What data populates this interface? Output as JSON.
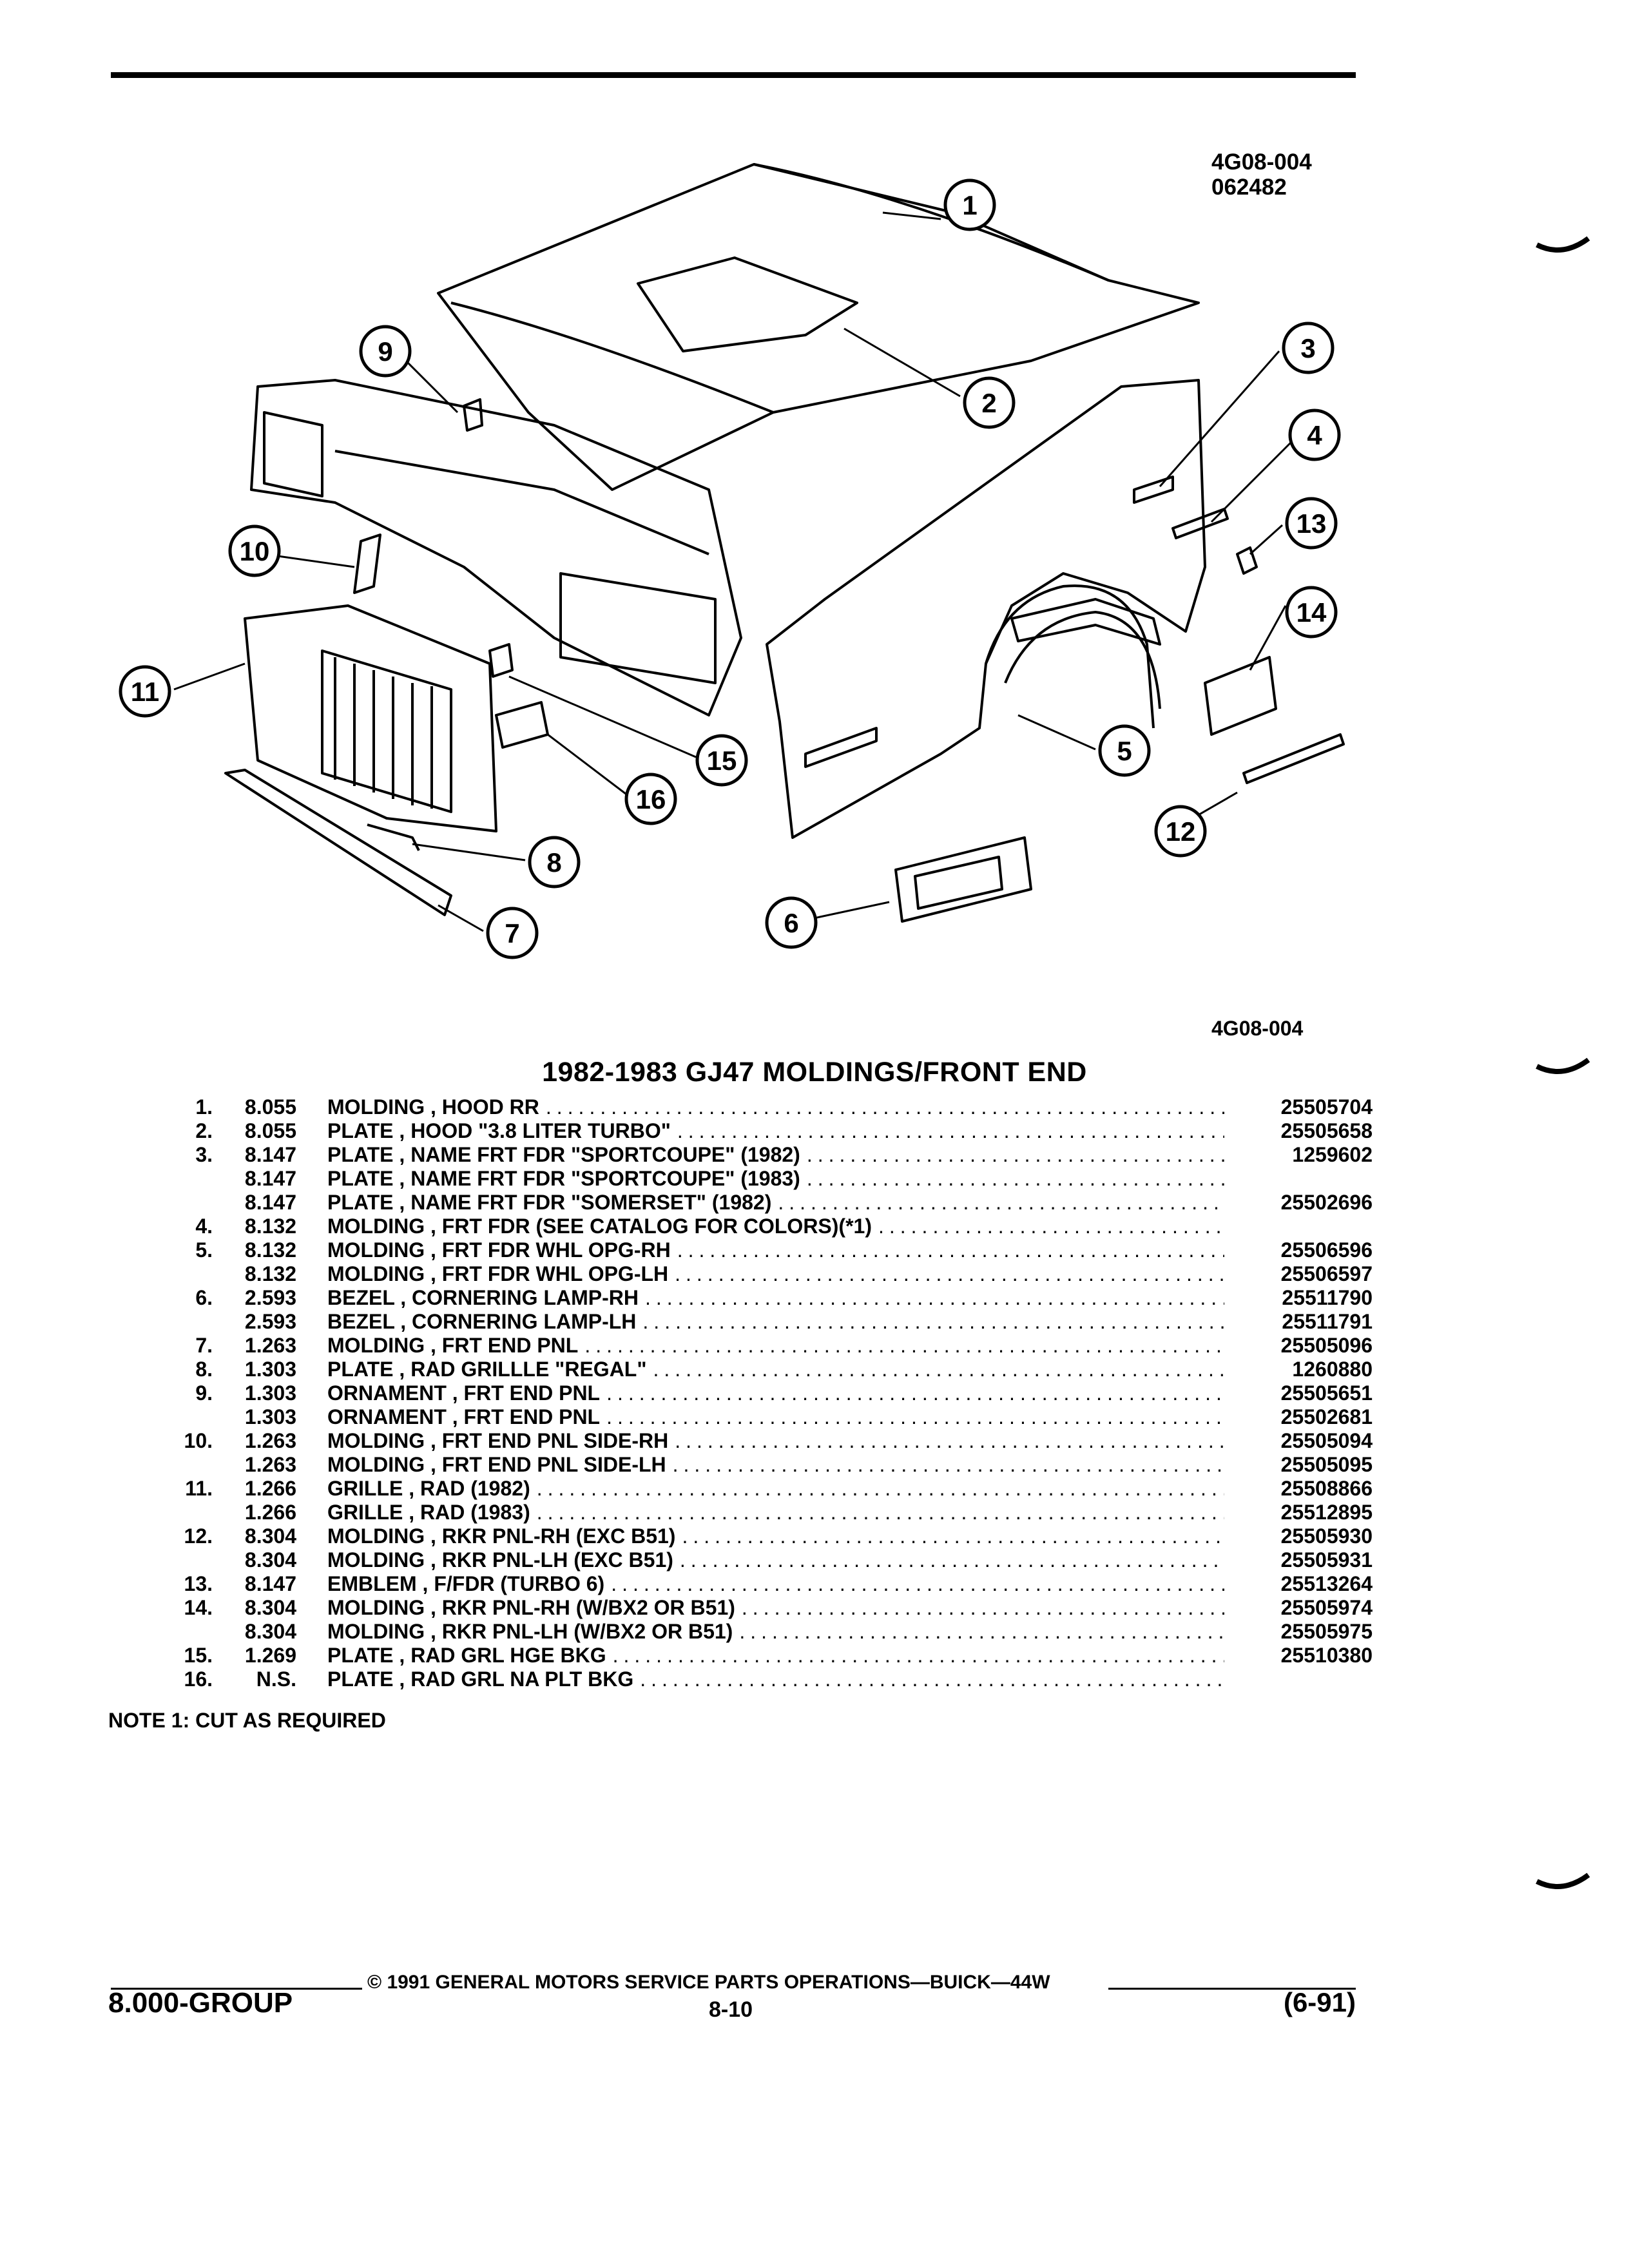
{
  "illustration": {
    "code": "4G08-004",
    "date_code": "062482",
    "reference": "4G08-004",
    "callouts": [
      "1",
      "2",
      "3",
      "4",
      "5",
      "6",
      "7",
      "8",
      "9",
      "10",
      "11",
      "12",
      "13",
      "14",
      "15",
      "16"
    ]
  },
  "section_title": "1982-1983 GJ47 MOLDINGS/FRONT END",
  "parts": [
    {
      "num": "1.",
      "group": "8.055",
      "desc": "MOLDING , HOOD RR",
      "part": "25505704"
    },
    {
      "num": "2.",
      "group": "8.055",
      "desc": "PLATE , HOOD \"3.8 LITER TURBO\"",
      "part": "25505658"
    },
    {
      "num": "3.",
      "group": "8.147",
      "desc": "PLATE , NAME FRT FDR \"SPORTCOUPE\" (1982)",
      "part": "1259602"
    },
    {
      "num": "",
      "group": "8.147",
      "desc": "PLATE , NAME FRT FDR \"SPORTCOUPE\" (1983)",
      "part": ""
    },
    {
      "num": "",
      "group": "8.147",
      "desc": "PLATE , NAME FRT FDR \"SOMERSET\" (1982)",
      "part": "25502696"
    },
    {
      "num": "4.",
      "group": "8.132",
      "desc": "MOLDING , FRT FDR (SEE CATALOG FOR COLORS)(*1)",
      "part": ""
    },
    {
      "num": "5.",
      "group": "8.132",
      "desc": "MOLDING , FRT FDR WHL OPG-RH",
      "part": "25506596"
    },
    {
      "num": "",
      "group": "8.132",
      "desc": "MOLDING , FRT FDR WHL OPG-LH",
      "part": "25506597"
    },
    {
      "num": "6.",
      "group": "2.593",
      "desc": "BEZEL , CORNERING LAMP-RH",
      "part": "25511790"
    },
    {
      "num": "",
      "group": "2.593",
      "desc": "BEZEL , CORNERING LAMP-LH",
      "part": "25511791"
    },
    {
      "num": "7.",
      "group": "1.263",
      "desc": "MOLDING , FRT END PNL",
      "part": "25505096"
    },
    {
      "num": "8.",
      "group": "1.303",
      "desc": "PLATE , RAD GRILLLE \"REGAL\"",
      "part": "1260880"
    },
    {
      "num": "9.",
      "group": "1.303",
      "desc": "ORNAMENT , FRT END PNL",
      "part": "25505651"
    },
    {
      "num": "",
      "group": "1.303",
      "desc": "ORNAMENT , FRT END PNL",
      "part": "25502681"
    },
    {
      "num": "10.",
      "group": "1.263",
      "desc": "MOLDING , FRT END PNL SIDE-RH",
      "part": "25505094"
    },
    {
      "num": "",
      "group": "1.263",
      "desc": "MOLDING , FRT END PNL SIDE-LH",
      "part": "25505095"
    },
    {
      "num": "11.",
      "group": "1.266",
      "desc": "GRILLE , RAD (1982)",
      "part": "25508866"
    },
    {
      "num": "",
      "group": "1.266",
      "desc": "GRILLE , RAD (1983)",
      "part": "25512895"
    },
    {
      "num": "12.",
      "group": "8.304",
      "desc": "MOLDING , RKR PNL-RH (EXC B51)",
      "part": "25505930"
    },
    {
      "num": "",
      "group": "8.304",
      "desc": "MOLDING , RKR PNL-LH (EXC B51)",
      "part": "25505931"
    },
    {
      "num": "13.",
      "group": "8.147",
      "desc": "EMBLEM , F/FDR (TURBO 6)",
      "part": "25513264"
    },
    {
      "num": "14.",
      "group": "8.304",
      "desc": "MOLDING , RKR PNL-RH (W/BX2 OR B51)",
      "part": "25505974"
    },
    {
      "num": "",
      "group": "8.304",
      "desc": "MOLDING , RKR PNL-LH (W/BX2 OR B51)",
      "part": "25505975"
    },
    {
      "num": "15.",
      "group": "1.269",
      "desc": "PLATE , RAD GRL HGE BKG",
      "part": "25510380"
    },
    {
      "num": "16.",
      "group": "N.S.",
      "desc": "PLATE , RAD GRL NA PLT BKG",
      "part": ""
    }
  ],
  "note": "NOTE 1: CUT AS REQUIRED",
  "footer": {
    "copyright": "© 1991 GENERAL MOTORS SERVICE PARTS OPERATIONS—BUICK—44W",
    "group": "8.000-GROUP",
    "page": "8-10",
    "date": "(6-91)"
  }
}
